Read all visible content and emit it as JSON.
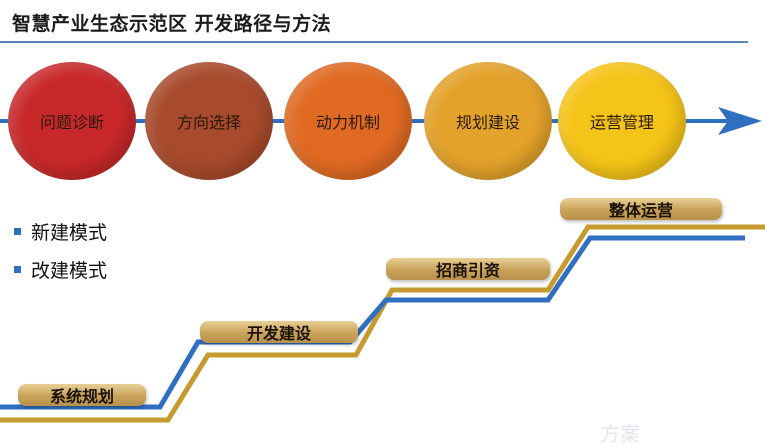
{
  "title": "智慧产业生态示范区  开发路径与方法",
  "flow": {
    "steps": [
      {
        "label": "问题诊断",
        "color": "#c8282a"
      },
      {
        "label": "方向选择",
        "color": "#a84a2c"
      },
      {
        "label": "动力机制",
        "color": "#e06a22"
      },
      {
        "label": "规划建设",
        "color": "#e3a22a"
      },
      {
        "label": "运营管理",
        "color": "#f5c418"
      }
    ],
    "arrow_color": "#2f6fc0"
  },
  "legend": {
    "items": [
      "新建模式",
      "改建模式"
    ],
    "bullet_color": "#2f6fc0"
  },
  "stairs": {
    "steps": [
      "系统规划",
      "开发建设",
      "招商引资",
      "整体运营"
    ],
    "line_colors": [
      "#c69a2e",
      "#2f6fc0"
    ]
  },
  "watermark": "方案"
}
